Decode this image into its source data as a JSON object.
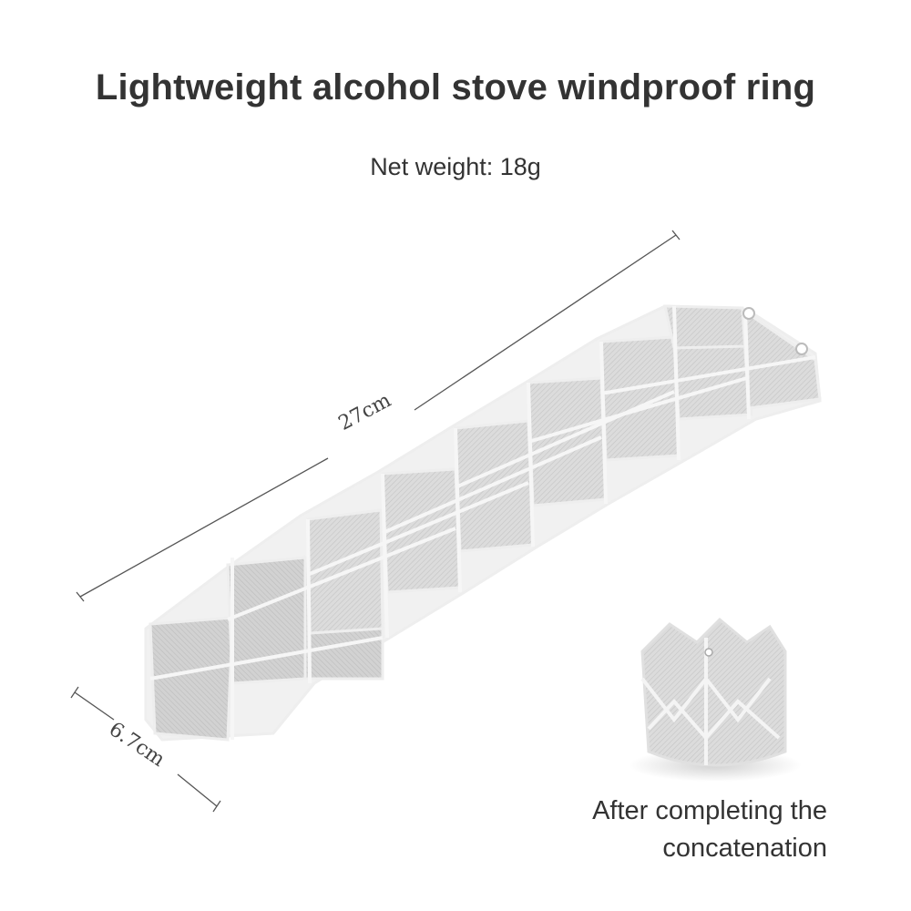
{
  "title": "Lightweight alcohol stove windproof ring",
  "net_weight": "Net weight: 18g",
  "dimensions": {
    "length": "27cm",
    "width": "6.7cm"
  },
  "caption": {
    "line1": "After completing the",
    "line2": "concatenation"
  }
}
